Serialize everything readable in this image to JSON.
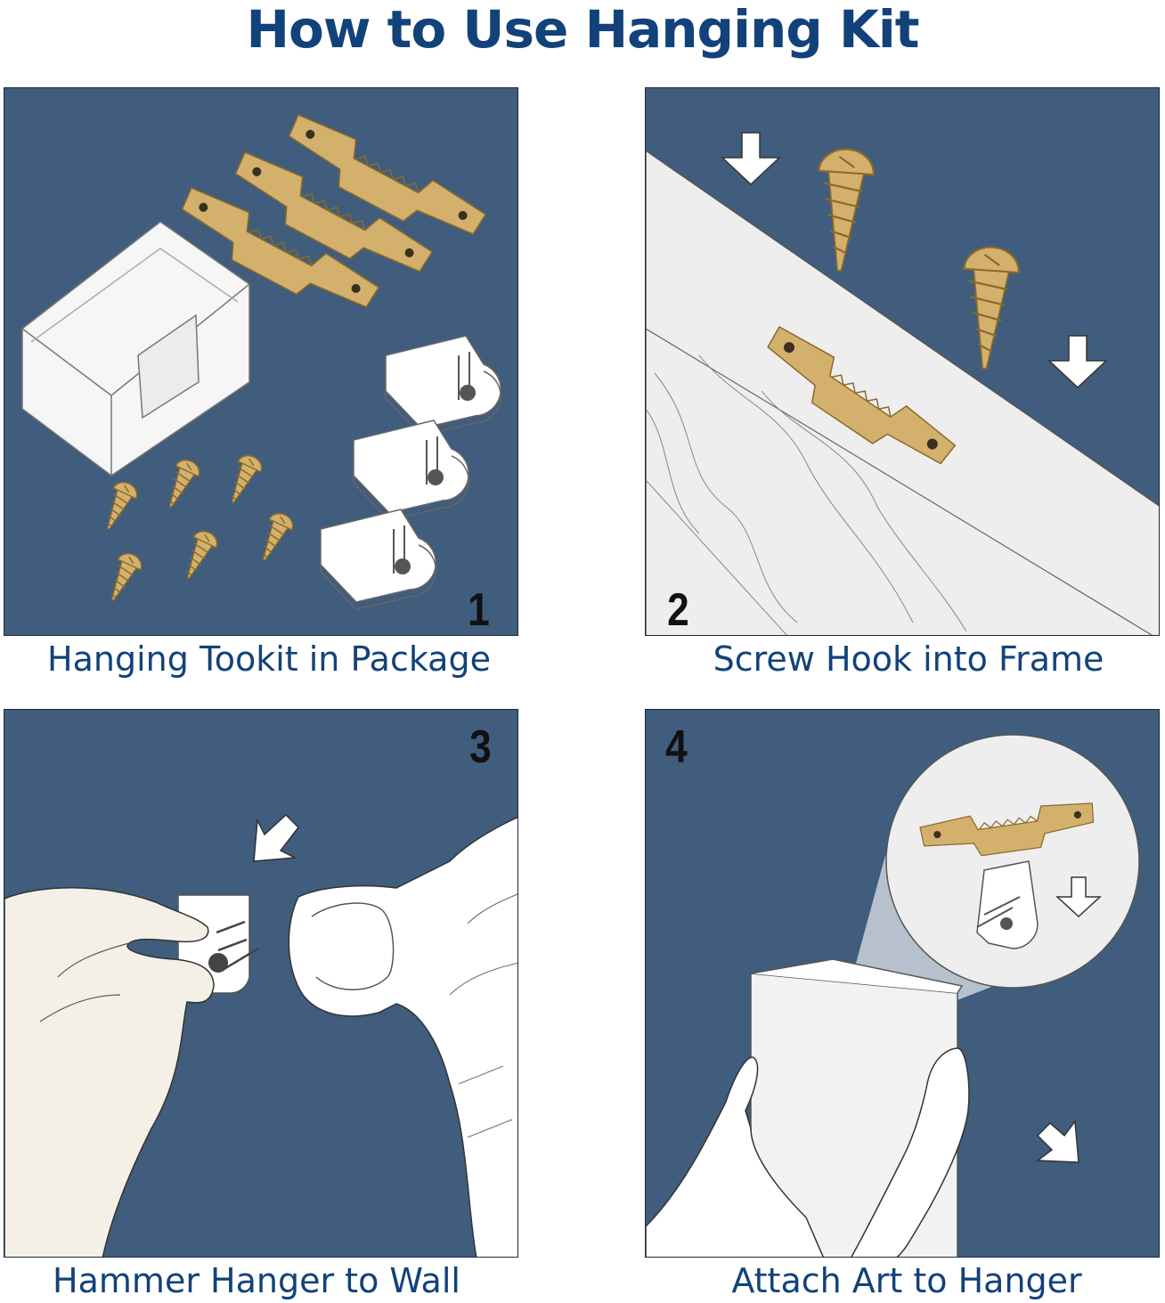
{
  "title": "How to Use Hanging Kit",
  "colors": {
    "panel_bg": "#405d7d",
    "title_text": "#12427a",
    "brass": "#d3b06c",
    "white": "#ffffff"
  },
  "steps": [
    {
      "number": "1",
      "caption": "Hanging Tookit in Package"
    },
    {
      "number": "2",
      "caption": "Screw Hook into Frame"
    },
    {
      "number": "3",
      "caption": "Hammer Hanger to Wall"
    },
    {
      "number": "4",
      "caption": "Attach Art to Hanger"
    }
  ]
}
